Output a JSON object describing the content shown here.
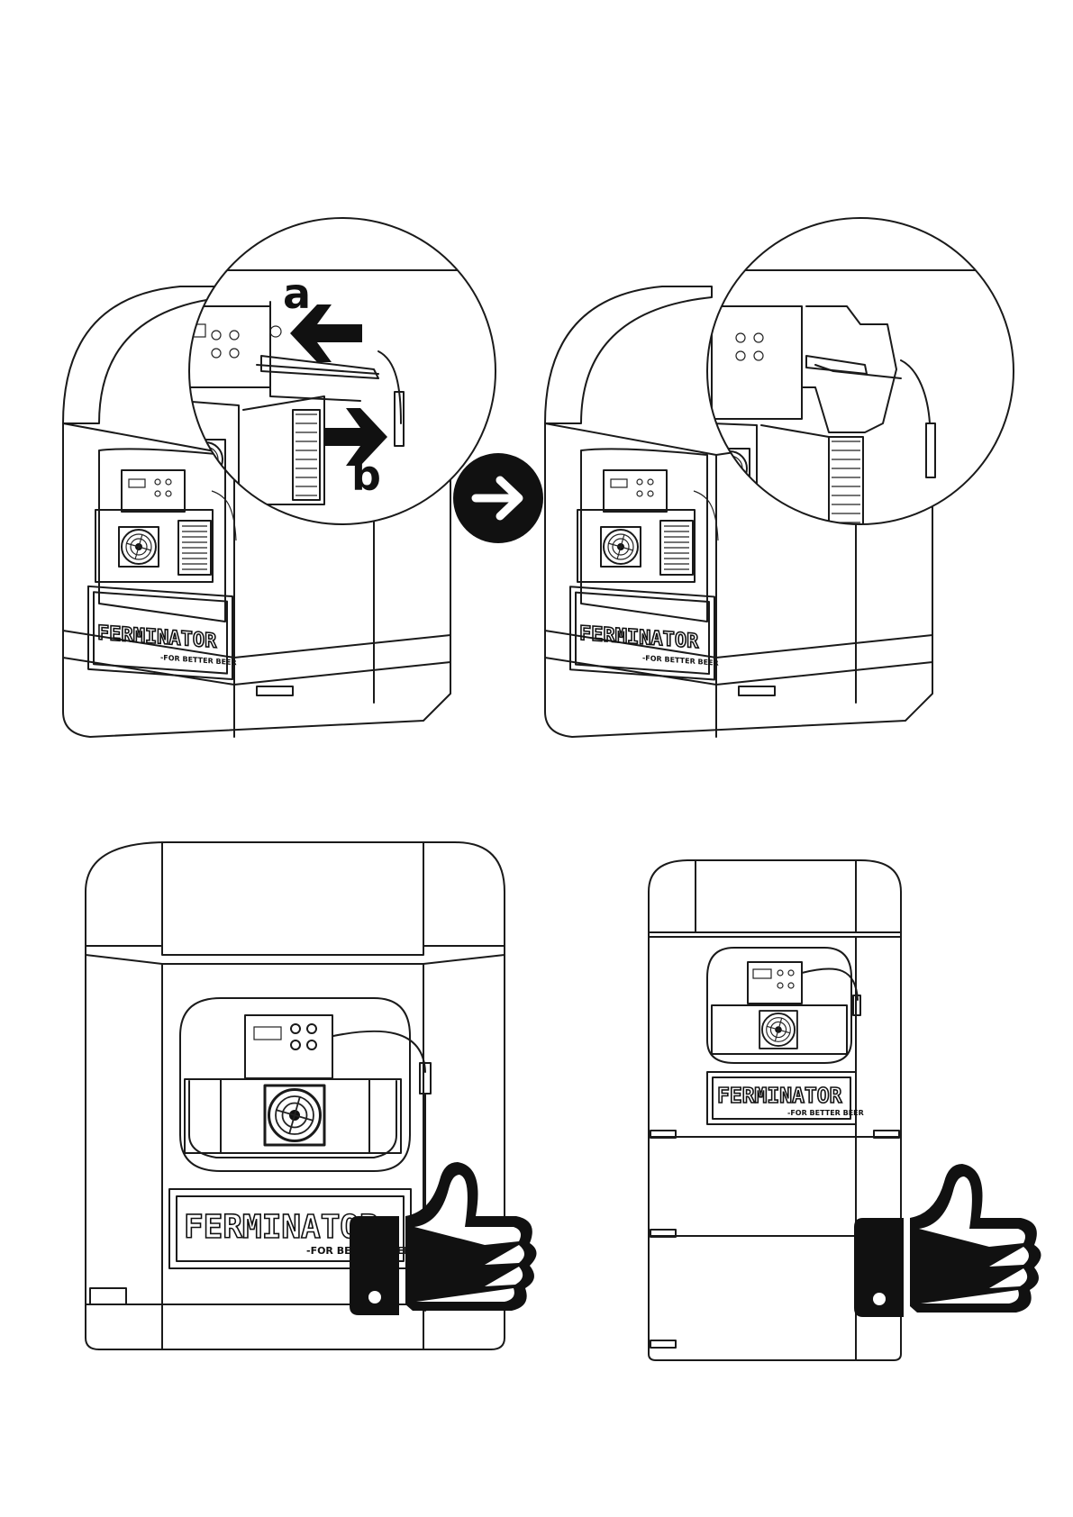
{
  "brand": {
    "name": "FERMINATOR",
    "tagline": "-FOR BETTER BEER"
  },
  "callouts": {
    "a": "a",
    "b": "b"
  },
  "icons": {
    "step_arrow": "arrow-right-circle-icon",
    "approval": "thumbs-up-icon"
  },
  "colors": {
    "line": "#1a1a1a",
    "background": "#ffffff"
  }
}
